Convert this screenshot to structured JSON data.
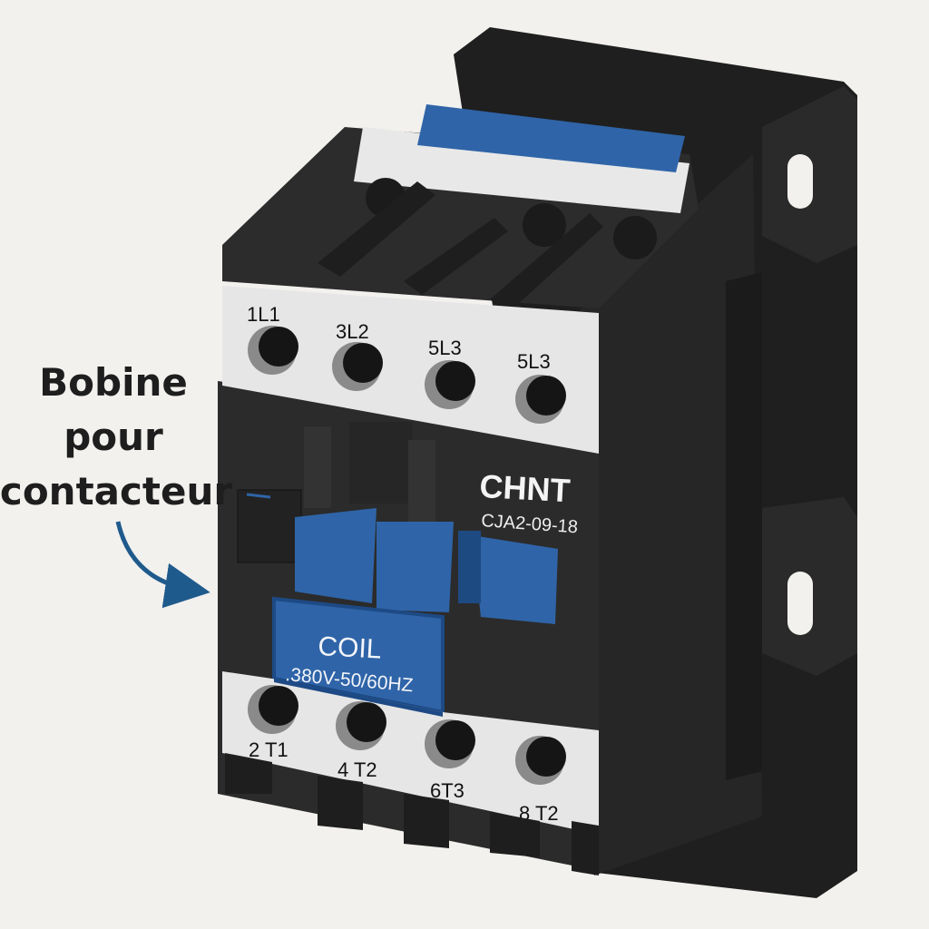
{
  "callout": {
    "lines": [
      "Bobine",
      "pour",
      "contacteur"
    ]
  },
  "device": {
    "brand": "CHNT",
    "model": "CJA2-09-18",
    "coil_label": "COIL",
    "coil_rating": ".380V-50/60HZ",
    "line_terminals": [
      "1L1",
      "3L2",
      "5L3",
      "5L3"
    ],
    "load_terminals": [
      "2 T1",
      "4 T2",
      "6T3",
      "8 T2"
    ]
  },
  "colors": {
    "background": "#f2f1ee",
    "body": "#2b2b2b",
    "accent_blue": "#2f64a8",
    "terminal_strip": "#e6e6e6",
    "arrow": "#1f5a8c"
  }
}
